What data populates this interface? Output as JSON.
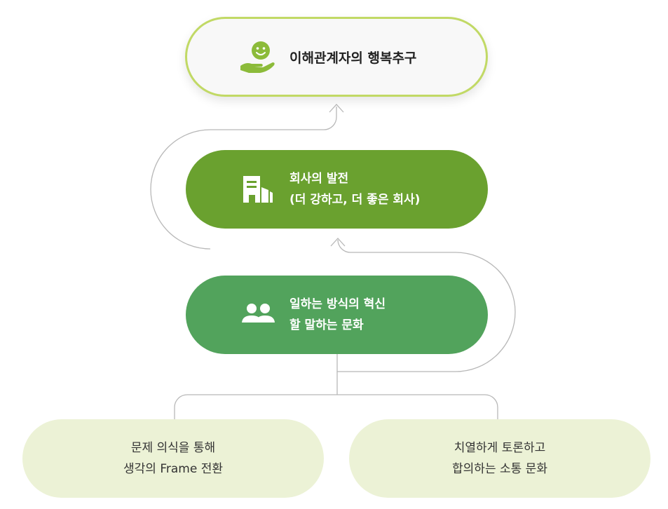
{
  "colors": {
    "top_border": "#c1d965",
    "top_icon": "#8cbb3a",
    "mid_fill": "#6aa12f",
    "low_fill": "#52a35c",
    "bottom_fill": "#ecf2d6",
    "connector": "#b8b8b8"
  },
  "nodes": {
    "top": {
      "icon": "smile-hand-icon",
      "line1": "이해관계자의 행복추구"
    },
    "middle": {
      "icon": "building-icon",
      "line1": "회사의 발전",
      "line2": "(더 강하고, 더 좋은 회사)"
    },
    "lower": {
      "icon": "people-icon",
      "line1": "일하는 방식의 혁신",
      "line2": "할 말하는 문화"
    },
    "bottom_left": {
      "line1": "문제 의식을 통해",
      "line2": "생각의 Frame 전환"
    },
    "bottom_right": {
      "line1": "치열하게 토론하고",
      "line2": "합의하는 소통 문화"
    }
  }
}
